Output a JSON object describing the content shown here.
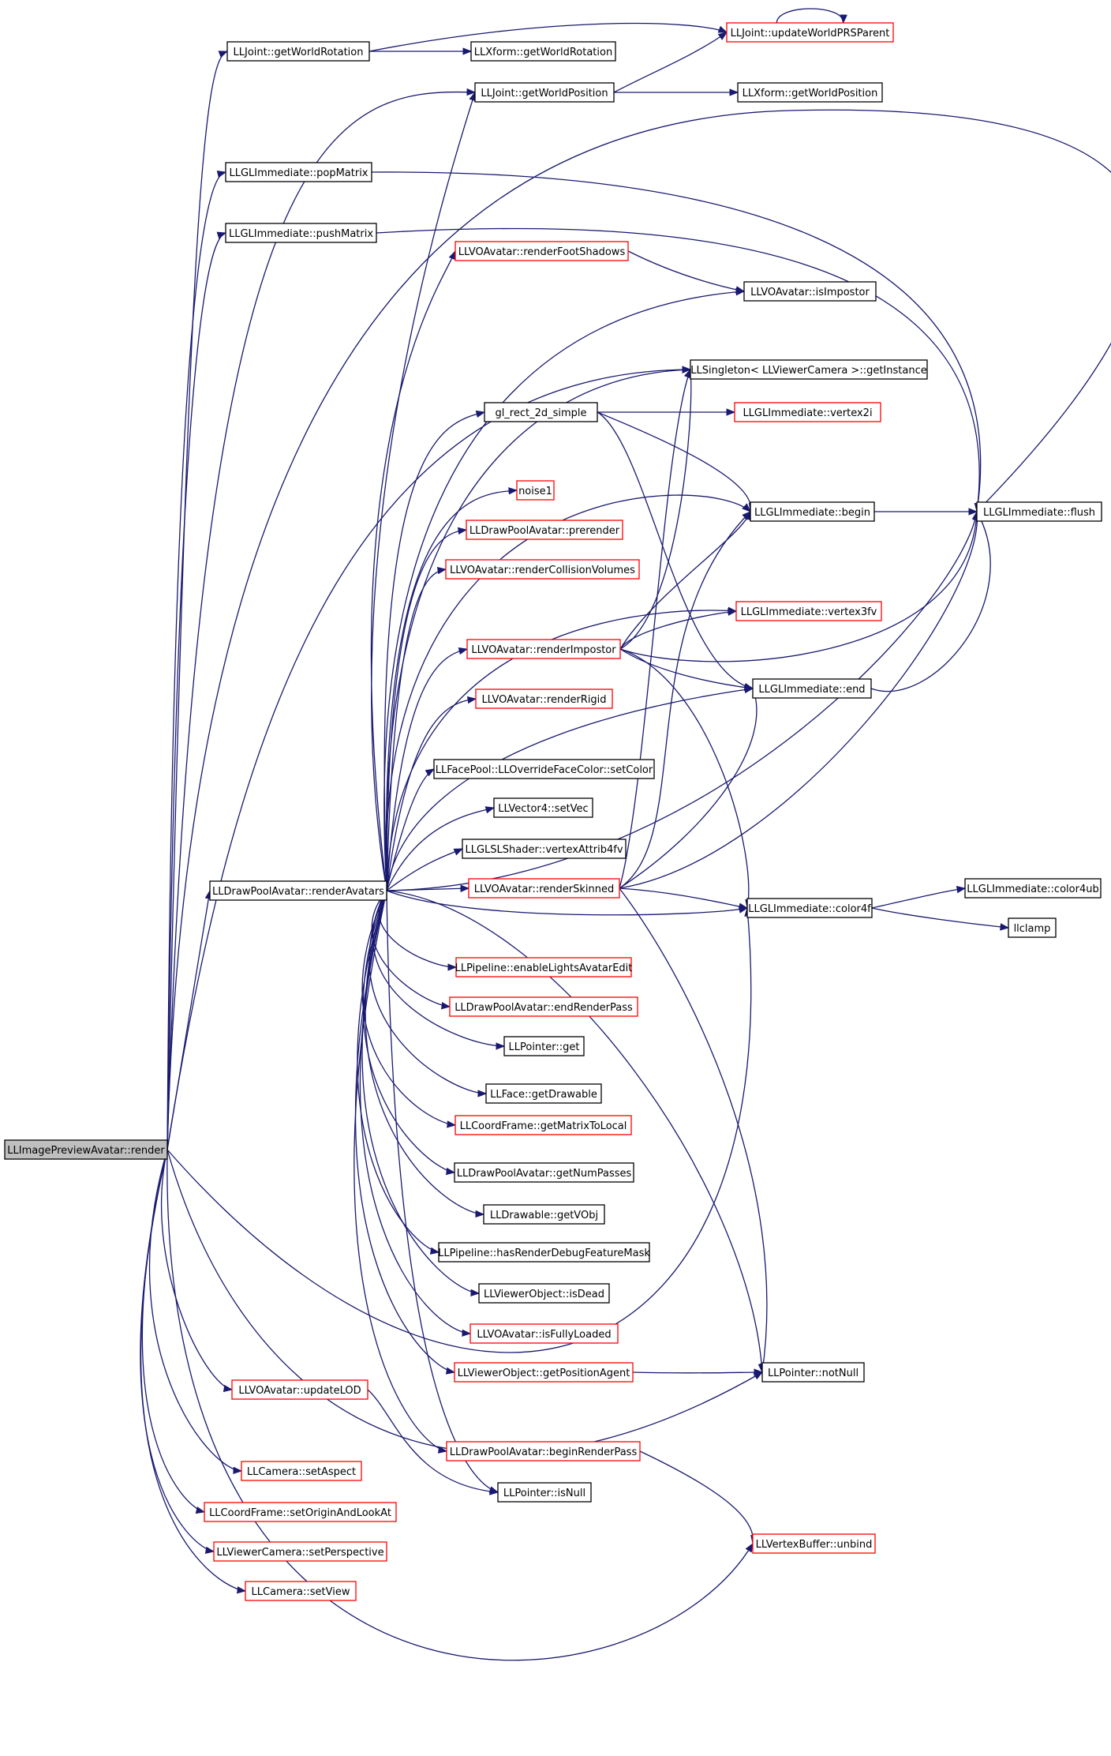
{
  "colors": {
    "edge": "#191970",
    "root_fill": "#bfbfbf",
    "border_default": "#000000",
    "border_red": "#ff0000",
    "fill": "#ffffff"
  },
  "nodes": [
    {
      "id": "root",
      "label": "LLImagePreviewAvatar::render",
      "style": "root"
    },
    {
      "id": "renderAvatars",
      "label": "LLDrawPoolAvatar::renderAvatars",
      "style": "black"
    },
    {
      "id": "getWorldRotation",
      "label": "LLJoint::getWorldRotation",
      "style": "black"
    },
    {
      "id": "xformGetWorldRotation",
      "label": "LLXform::getWorldRotation",
      "style": "black"
    },
    {
      "id": "updateWorldPRSParent",
      "label": "LLJoint::updateWorldPRSParent",
      "style": "red"
    },
    {
      "id": "getWorldPosition",
      "label": "LLJoint::getWorldPosition",
      "style": "black"
    },
    {
      "id": "xformGetWorldPosition",
      "label": "LLXform::getWorldPosition",
      "style": "black"
    },
    {
      "id": "popMatrix",
      "label": "LLGLImmediate::popMatrix",
      "style": "black"
    },
    {
      "id": "pushMatrix",
      "label": "LLGLImmediate::pushMatrix",
      "style": "black"
    },
    {
      "id": "renderFootShadows",
      "label": "LLVOAvatar::renderFootShadows",
      "style": "red"
    },
    {
      "id": "isImpostor",
      "label": "LLVOAvatar::isImpostor",
      "style": "black"
    },
    {
      "id": "getInstance",
      "label": "LLSingleton< LLViewerCamera >::getInstance",
      "style": "black"
    },
    {
      "id": "glRect2d",
      "label": "gl_rect_2d_simple",
      "style": "black"
    },
    {
      "id": "vertex2i",
      "label": "LLGLImmediate::vertex2i",
      "style": "red"
    },
    {
      "id": "noise1",
      "label": "noise1",
      "style": "red"
    },
    {
      "id": "begin",
      "label": "LLGLImmediate::begin",
      "style": "black"
    },
    {
      "id": "flush",
      "label": "LLGLImmediate::flush",
      "style": "black"
    },
    {
      "id": "prerender",
      "label": "LLDrawPoolAvatar::prerender",
      "style": "red"
    },
    {
      "id": "renderCollisionVolumes",
      "label": "LLVOAvatar::renderCollisionVolumes",
      "style": "red"
    },
    {
      "id": "vertex3fv",
      "label": "LLGLImmediate::vertex3fv",
      "style": "red"
    },
    {
      "id": "renderImpostor",
      "label": "LLVOAvatar::renderImpostor",
      "style": "red"
    },
    {
      "id": "renderRigid",
      "label": "LLVOAvatar::renderRigid",
      "style": "red"
    },
    {
      "id": "end",
      "label": "LLGLImmediate::end",
      "style": "black"
    },
    {
      "id": "setColor",
      "label": "LLFacePool::LLOverrideFaceColor::setColor",
      "style": "black"
    },
    {
      "id": "setVec",
      "label": "LLVector4::setVec",
      "style": "black"
    },
    {
      "id": "vertexAttrib4fv",
      "label": "LLGLSLShader::vertexAttrib4fv",
      "style": "black"
    },
    {
      "id": "renderSkinned",
      "label": "LLVOAvatar::renderSkinned",
      "style": "red"
    },
    {
      "id": "color4f",
      "label": "LLGLImmediate::color4f",
      "style": "black"
    },
    {
      "id": "color4ub",
      "label": "LLGLImmediate::color4ub",
      "style": "black"
    },
    {
      "id": "llclamp",
      "label": "llclamp",
      "style": "black"
    },
    {
      "id": "enableLights",
      "label": "LLPipeline::enableLightsAvatarEdit",
      "style": "red"
    },
    {
      "id": "endRenderPass",
      "label": "LLDrawPoolAvatar::endRenderPass",
      "style": "red"
    },
    {
      "id": "pointerGet",
      "label": "LLPointer::get",
      "style": "black"
    },
    {
      "id": "getDrawable",
      "label": "LLFace::getDrawable",
      "style": "black"
    },
    {
      "id": "getMatrixToLocal",
      "label": "LLCoordFrame::getMatrixToLocal",
      "style": "red"
    },
    {
      "id": "getNumPasses",
      "label": "LLDrawPoolAvatar::getNumPasses",
      "style": "black"
    },
    {
      "id": "getVObj",
      "label": "LLDrawable::getVObj",
      "style": "black"
    },
    {
      "id": "hasRenderDebug",
      "label": "LLPipeline::hasRenderDebugFeatureMask",
      "style": "black"
    },
    {
      "id": "isDead",
      "label": "LLViewerObject::isDead",
      "style": "black"
    },
    {
      "id": "isFullyLoaded",
      "label": "LLVOAvatar::isFullyLoaded",
      "style": "red"
    },
    {
      "id": "getPositionAgent",
      "label": "LLViewerObject::getPositionAgent",
      "style": "red"
    },
    {
      "id": "notNull",
      "label": "LLPointer::notNull",
      "style": "black"
    },
    {
      "id": "updateLOD",
      "label": "LLVOAvatar::updateLOD",
      "style": "red"
    },
    {
      "id": "beginRenderPass",
      "label": "LLDrawPoolAvatar::beginRenderPass",
      "style": "red"
    },
    {
      "id": "setAspect",
      "label": "LLCamera::setAspect",
      "style": "red"
    },
    {
      "id": "isNull",
      "label": "LLPointer::isNull",
      "style": "black"
    },
    {
      "id": "setOriginAndLookAt",
      "label": "LLCoordFrame::setOriginAndLookAt",
      "style": "red"
    },
    {
      "id": "unbind",
      "label": "LLVertexBuffer::unbind",
      "style": "red"
    },
    {
      "id": "setPerspective",
      "label": "LLViewerCamera::setPerspective",
      "style": "red"
    },
    {
      "id": "setView",
      "label": "LLCamera::setView",
      "style": "red"
    }
  ]
}
